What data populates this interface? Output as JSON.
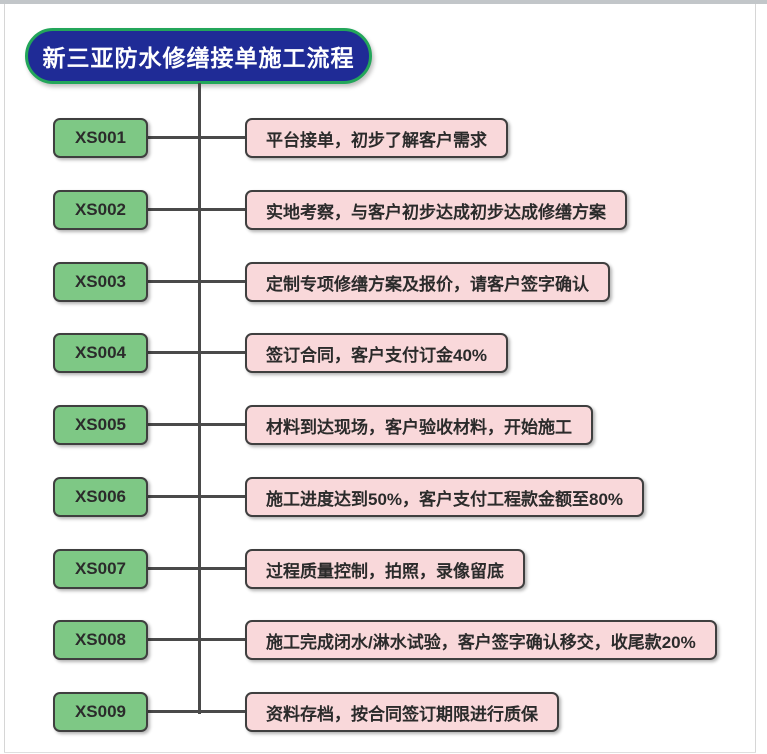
{
  "title": {
    "text": "新三亚防水修缮接单施工流程"
  },
  "steps": [
    {
      "code": "XS001",
      "label": "平台接单，初步了解客户需求"
    },
    {
      "code": "XS002",
      "label": "实地考察，与客户初步达成初步达成修缮方案"
    },
    {
      "code": "XS003",
      "label": "定制专项修缮方案及报价，请客户签字确认"
    },
    {
      "code": "XS004",
      "label": "签订合同，客户支付订金40%"
    },
    {
      "code": "XS005",
      "label": "材料到达现场，客户验收材料，开始施工"
    },
    {
      "code": "XS006",
      "label": "施工进度达到50%，客户支付工程款金额至80%"
    },
    {
      "code": "XS007",
      "label": "过程质量控制，拍照，录像留底"
    },
    {
      "code": "XS008",
      "label": "施工完成闭水/淋水试验，客户签字确认移交，收尾款20%"
    },
    {
      "code": "XS009",
      "label": "资料存档，按合同签订期限进行质保"
    }
  ],
  "colors": {
    "title_fill": "#1f2b96",
    "title_border": "#23a65a",
    "title_text": "#ffffff",
    "code_box_fill": "#7ec885",
    "label_box_fill": "#f9d8da",
    "node_border": "#3f3f3f",
    "node_text": "#2b2b2b",
    "line_color": "#4a4a4a",
    "edge_top": "#c2c6c9",
    "edge_side": "#d6d6d6",
    "edge_bottom": "#dfdfdf"
  }
}
